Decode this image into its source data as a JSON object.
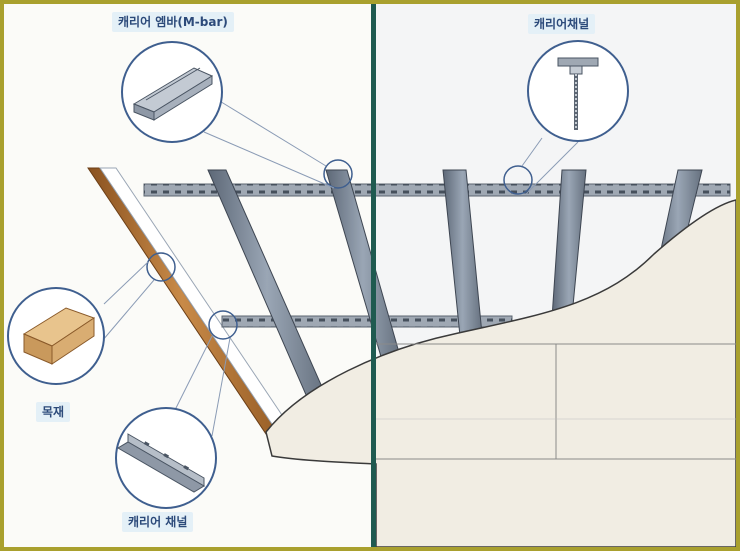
{
  "labels": {
    "m_bar": "캐리어 엠바(M-bar)",
    "carrier_channel_top": "캐리어채널",
    "wood": "목재",
    "carrier_channel_bottom": "캐리어 채널"
  },
  "colors": {
    "frame_border": "#a9a02e",
    "divider": "#1f5a50",
    "callout_circle": "#3f5f8f",
    "label_text": "#2c4a7a",
    "label_bg": "#e4f0f7",
    "joist": "#7f8a98",
    "channel": "#9fa8b3",
    "board": "#f1ede3",
    "wood": "#b97a3a"
  },
  "icons": [
    "m-bar-profile-icon",
    "hanger-bolt-icon",
    "wood-block-icon",
    "carrier-channel-profile-icon"
  ]
}
